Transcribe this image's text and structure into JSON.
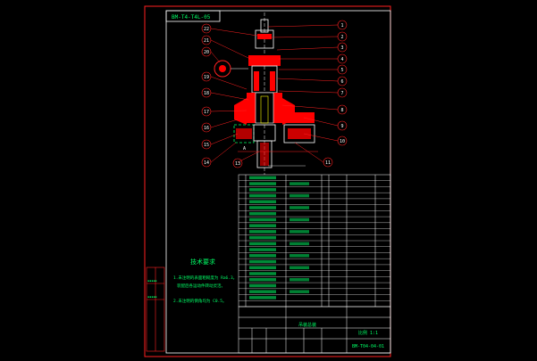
{
  "drawing": {
    "title_box": "BM-T4-T4L-05",
    "leaders_right": [
      "1",
      "2",
      "3",
      "4",
      "5",
      "6",
      "7",
      "8",
      "9",
      "10",
      "11"
    ],
    "leaders_left": [
      "22",
      "21",
      "20",
      "19",
      "18",
      "17",
      "16",
      "15",
      "14"
    ],
    "leader_bottom": "13",
    "dimension_label": "A",
    "notes_heading": "技术要求",
    "notes_lines": [
      "1.未注明的表面粗糙度为 Ra6.3。",
      "装配后各运动件转动灵活。",
      "2.未注明的倒角均为 C0.5。"
    ],
    "title_block": {
      "name": "吊装总装",
      "code": "BM-T04-04-01",
      "scale": "比例 1:1"
    }
  },
  "colors": {
    "background": "#000000",
    "frame": "#ff2020",
    "section_fill": "#ff0000",
    "lines": "#ffffff",
    "leaders": "#ff2020",
    "table": "#ffffff",
    "accent_text": "#00ff66",
    "highlight": "#ffff00"
  }
}
